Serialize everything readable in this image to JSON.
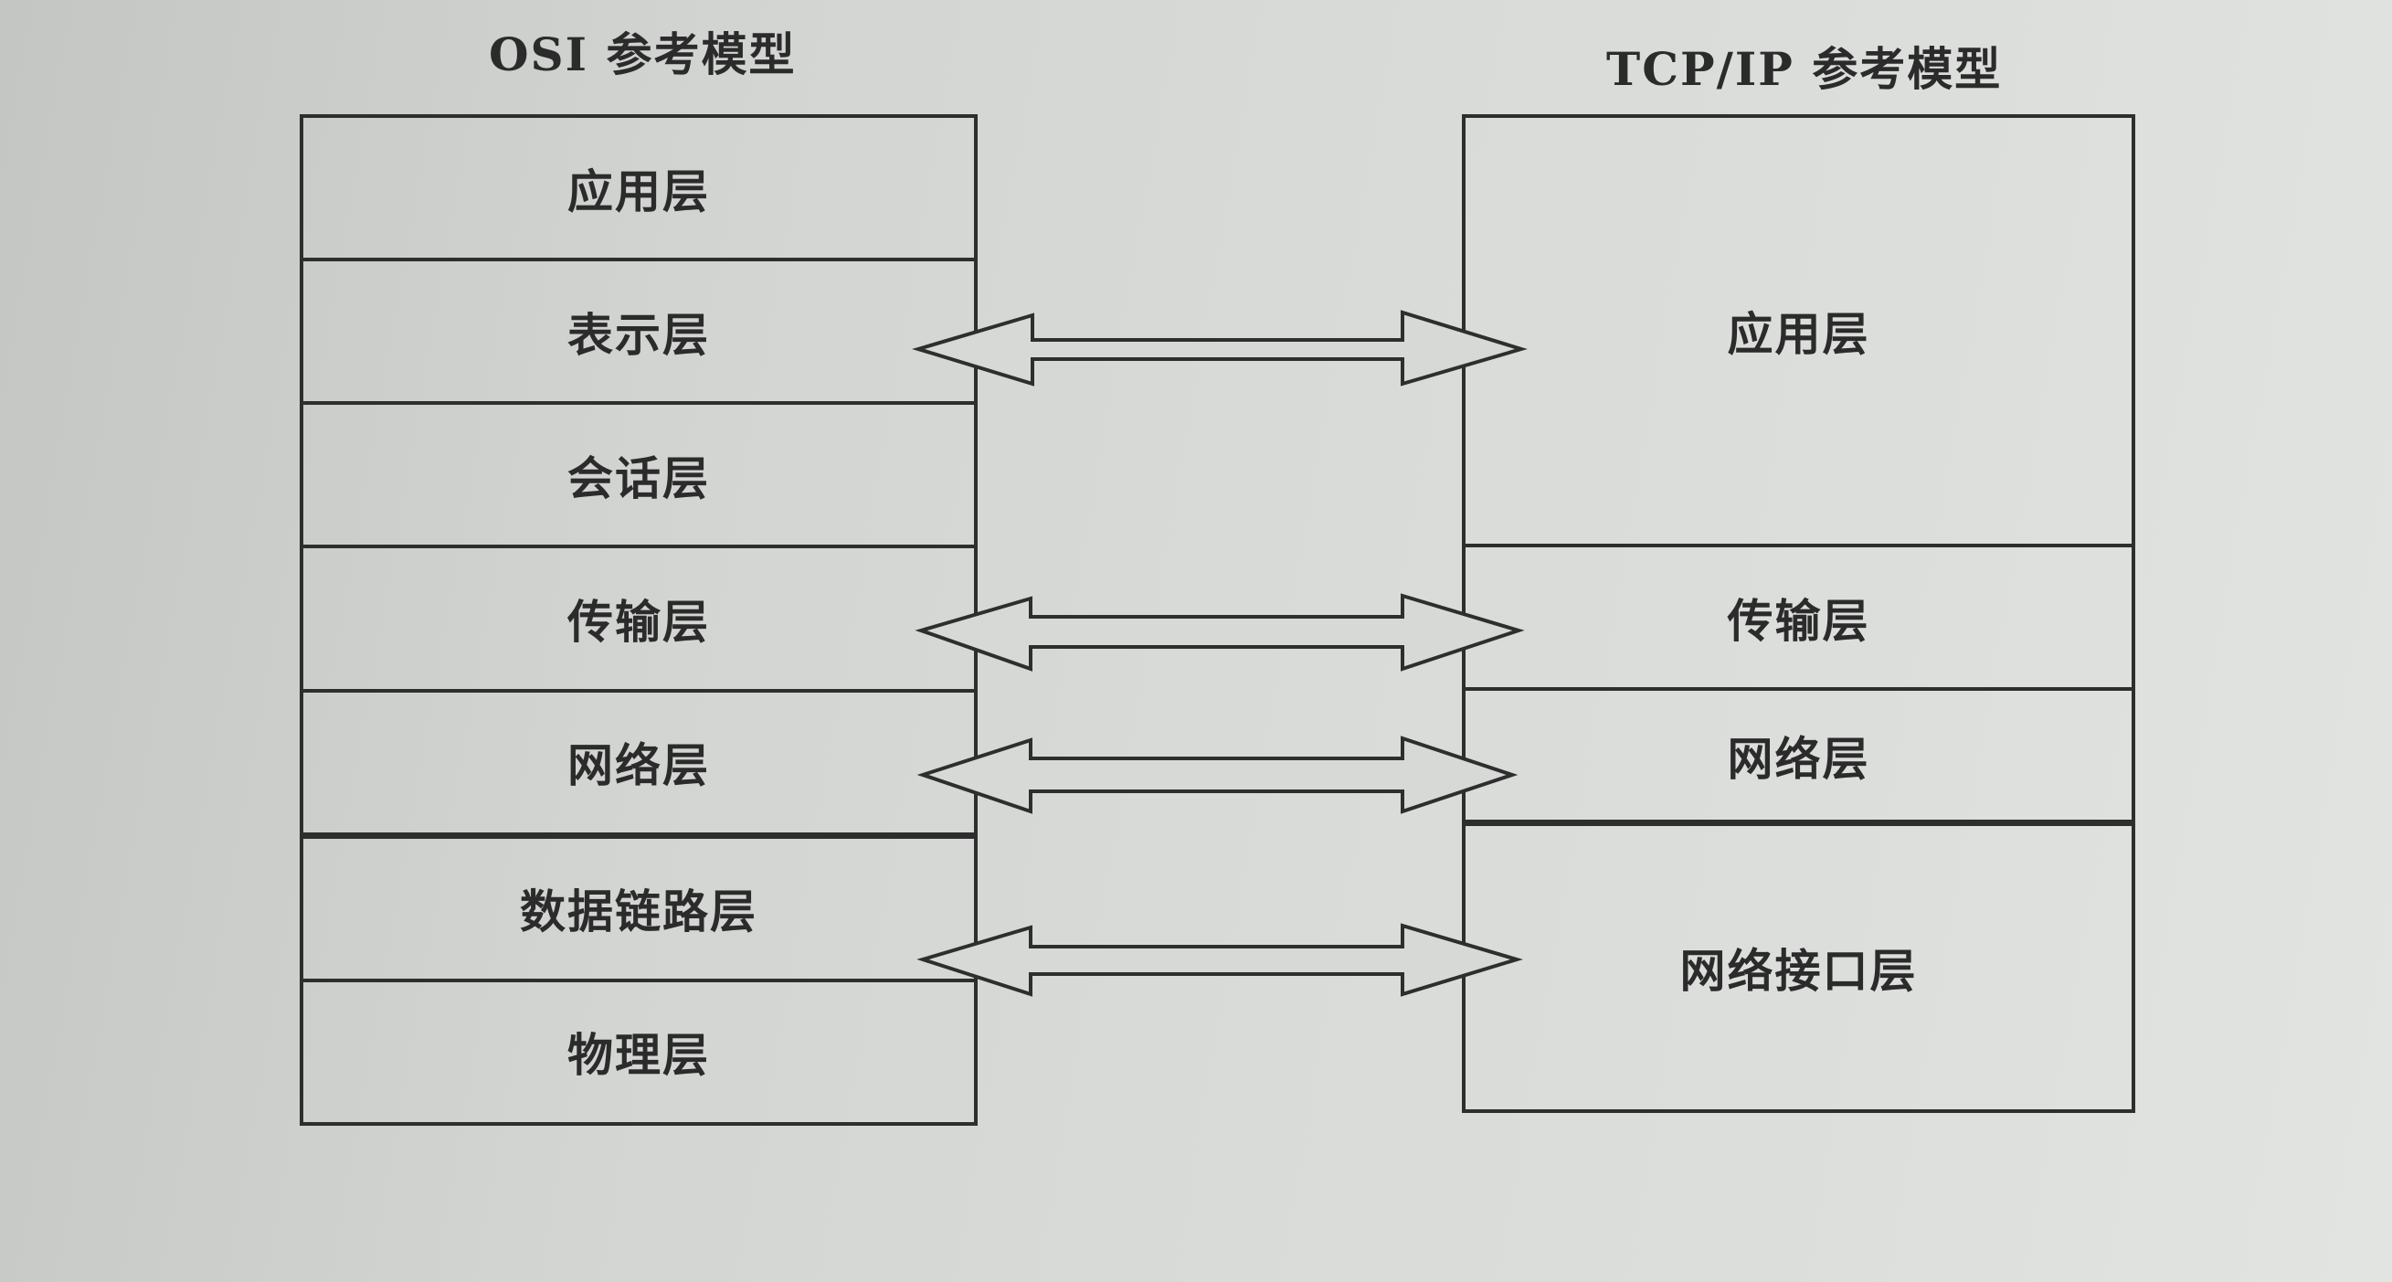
{
  "osi": {
    "title": "OSI 参考模型",
    "layers": [
      "应用层",
      "表示层",
      "会话层",
      "传输层",
      "网络层",
      "数据链路层",
      "物理层"
    ]
  },
  "tcpip": {
    "title": "TCP/IP 参考模型",
    "layers": [
      "应用层",
      "传输层",
      "网络层",
      "网络接口层"
    ]
  },
  "mappings": [
    {
      "osi": [
        "应用层",
        "表示层",
        "会话层"
      ],
      "tcpip": "应用层"
    },
    {
      "osi": [
        "传输层"
      ],
      "tcpip": "传输层"
    },
    {
      "osi": [
        "网络层"
      ],
      "tcpip": "网络层"
    },
    {
      "osi": [
        "数据链路层",
        "物理层"
      ],
      "tcpip": "网络接口层"
    }
  ],
  "colors": {
    "background": "#d6d8d6",
    "line": "#2e2e2e",
    "text": "#2b2b2b"
  }
}
